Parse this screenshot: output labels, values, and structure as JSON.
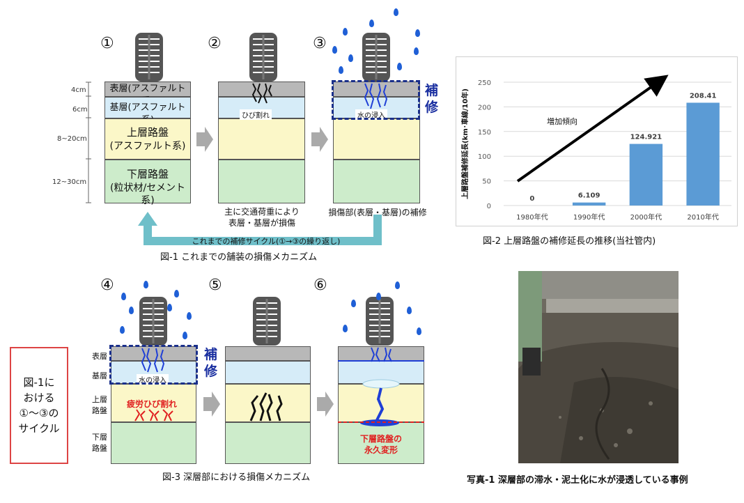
{
  "fig1": {
    "step_numbers": [
      "①",
      "②",
      "③"
    ],
    "layer_labels": {
      "surface": "表層(アスファルト系)",
      "base": "基層(アスファルト系)",
      "upper_line1": "上層路盤",
      "upper_line2": "(アスファルト系)",
      "lower_line1": "下層路盤",
      "lower_line2": "(粒状材/セメント系)"
    },
    "dimensions": [
      "4cm",
      "6cm",
      "8~20cm",
      "12~30cm"
    ],
    "crack_label": "ひび割れ",
    "water_label": "水の浸入",
    "repair_label": "補修",
    "note2_line1": "主に交通荷重により",
    "note2_line2": "表層・基層が損傷",
    "note3": "損傷部(表層・基層)の補修",
    "cycle_label": "これまでの補修サイクル(①→③の繰り返し)",
    "caption": "図-1  これまでの舗装の損傷メカニズム"
  },
  "fig2": {
    "caption": "図-2  上層路盤の補修延長の推移(当社管内)",
    "annotation": "増加傾向"
  },
  "chart_data": {
    "type": "bar",
    "categories": [
      "1980年代",
      "1990年代",
      "2000年代",
      "2010年代"
    ],
    "values": [
      0,
      6.109,
      124.921,
      208.41
    ],
    "value_labels": [
      "0",
      "6.109",
      "124.921",
      "208.41"
    ],
    "ylabel": "上層路盤補修延長(km･車線/10年)",
    "ylim": [
      0,
      250
    ],
    "yticks": [
      "0",
      "50",
      "100",
      "150",
      "200",
      "250"
    ],
    "color": "#5b9bd5",
    "grid": true
  },
  "fig3": {
    "step_numbers": [
      "④",
      "⑤",
      "⑥"
    ],
    "layer_labels": {
      "surface": "表層",
      "base": "基層",
      "upper_line1": "上層",
      "upper_line2": "路盤",
      "lower_line1": "下層",
      "lower_line2": "路盤"
    },
    "water_label": "水の浸入",
    "repair_label": "補修",
    "fatigue_label": "疲労ひび割れ",
    "deform_line1": "下層路盤の",
    "deform_line2": "永久変形",
    "side_box_lines": [
      "図-1に",
      "おける",
      "①～③の",
      "サイクル"
    ],
    "caption": "図-3  深層部における損傷メカニズム"
  },
  "photo": {
    "caption": "写真-1  深層部の滞水・泥土化に水が浸透している事例"
  }
}
